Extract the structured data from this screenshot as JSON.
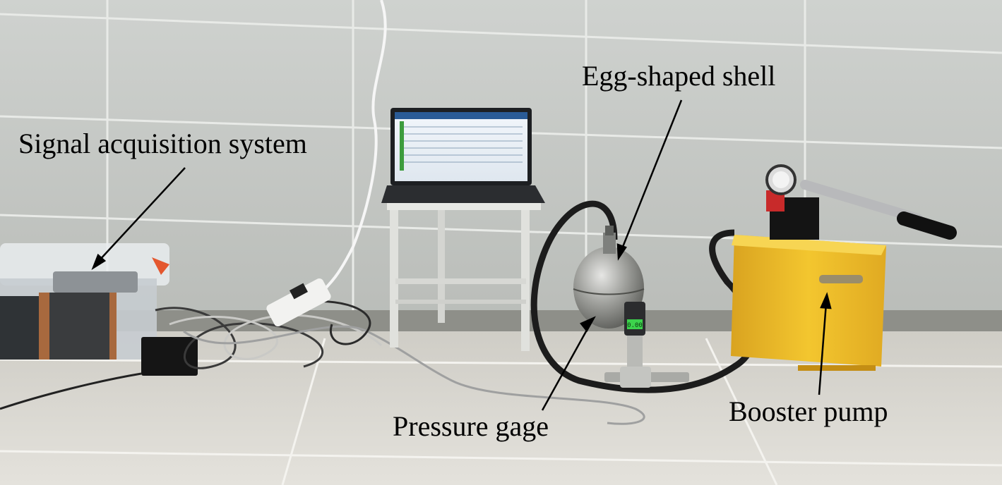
{
  "labels": {
    "signal": "Signal acquisition system",
    "egg": "Egg-shaped shell",
    "pressure": "Pressure gage",
    "pump": "Booster pump"
  },
  "gauge_reading": "0.00"
}
